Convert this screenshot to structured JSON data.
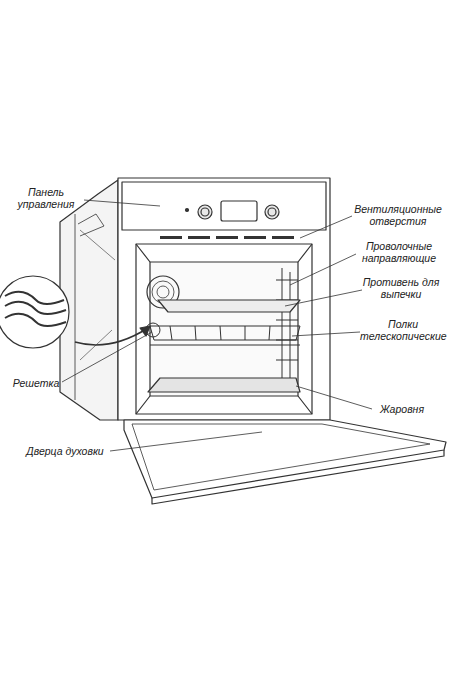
{
  "diagram": {
    "labels": [
      "Панель управления",
      "Вентиляционные отверстия",
      "Проволочные направляющие",
      "Противень для выпечки",
      "Полки телескопические",
      "Решетка",
      "Жаровня",
      "Дверца духовки"
    ]
  }
}
